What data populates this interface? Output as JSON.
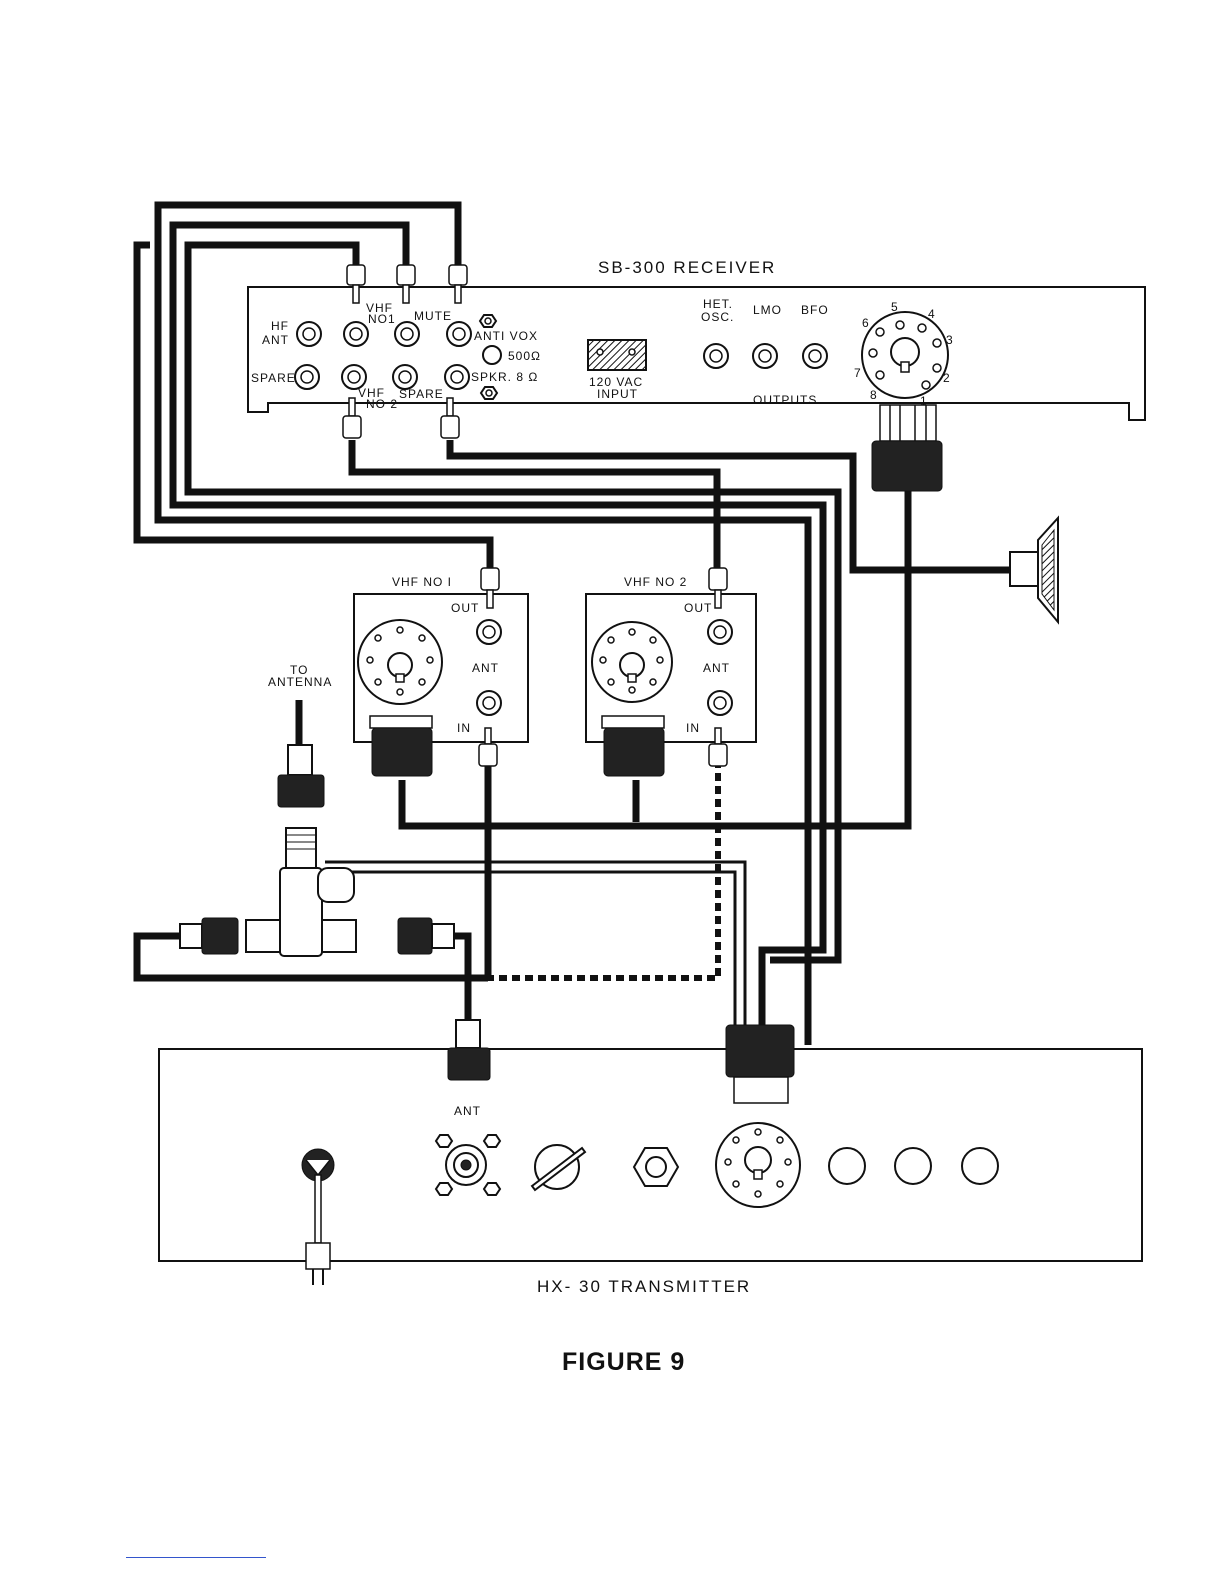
{
  "receiver": {
    "title": "SB-300 RECEIVER",
    "labels": {
      "hf_ant_1": "HF",
      "hf_ant_2": "ANT",
      "vhf_no1_1": "VHF",
      "vhf_no1_2": "NO1",
      "mute": "MUTE",
      "anti_vox": "ANTI VOX",
      "ohm500": "500Ω",
      "spare_left": "SPARE",
      "vhf_no2_1": "VHF",
      "vhf_no2_2": "NO 2",
      "spare_mid": "SPARE",
      "spkr": "SPKR. 8 Ω",
      "vac_1": "120 VAC",
      "vac_2": "INPUT",
      "het_1": "HET.",
      "het_2": "OSC.",
      "lmo": "LMO",
      "bfo": "BFO",
      "outputs": "OUTPUTS",
      "pin_1": "1",
      "pin_2": "2",
      "pin_3": "3",
      "pin_4": "4",
      "pin_5": "5",
      "pin_6": "6",
      "pin_7": "7",
      "pin_8": "8"
    }
  },
  "converter1": {
    "title": "VHF NO I",
    "out": "OUT",
    "ant": "ANT",
    "in": "IN"
  },
  "converter2": {
    "title": "VHF NO 2",
    "out": "OUT",
    "ant": "ANT",
    "in": "IN"
  },
  "antenna": {
    "label_1": "TO",
    "label_2": "ANTENNA"
  },
  "transmitter": {
    "title": "HX- 30 TRANSMITTER",
    "ant": "ANT"
  },
  "figure": {
    "title": "FIGURE 9"
  }
}
